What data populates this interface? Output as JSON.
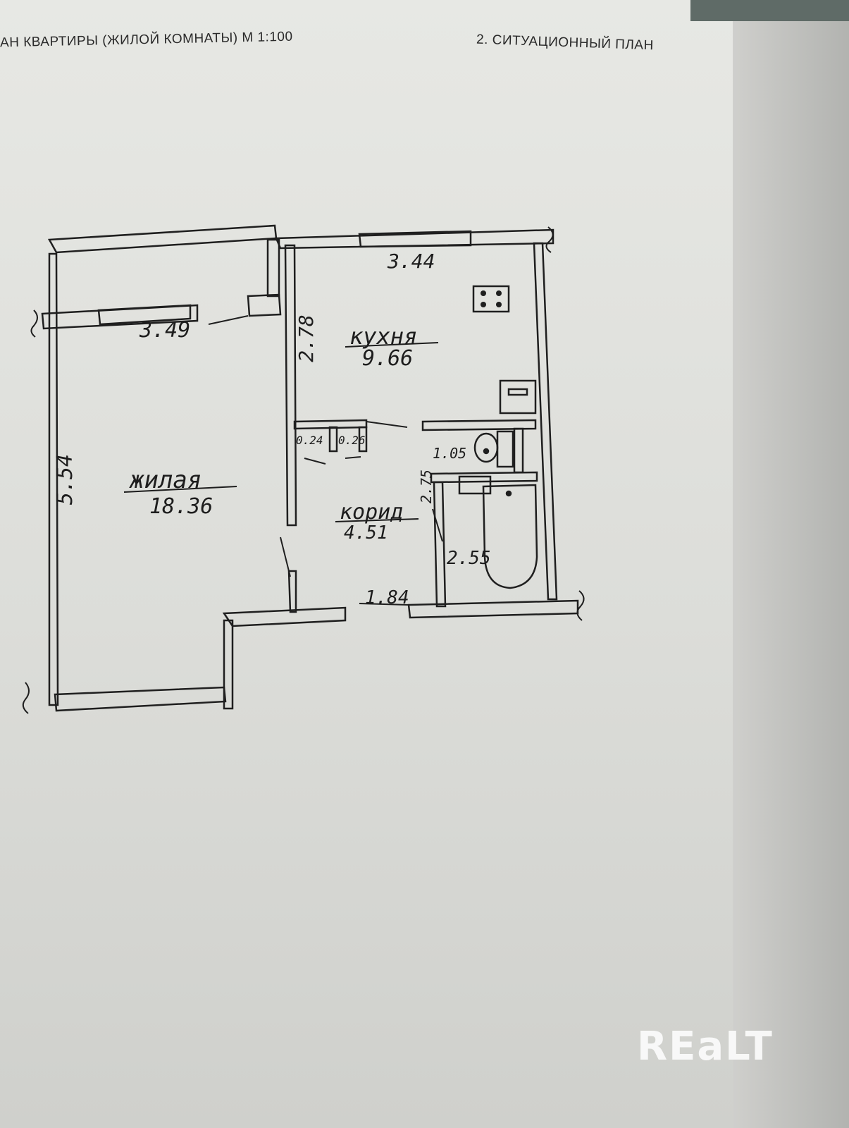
{
  "header": {
    "left_title": "АН КВАРТИРЫ (ЖИЛОЙ КОМНАТЫ) М 1:100",
    "right_title": "2. СИТУАЦИОННЫЙ ПЛАН"
  },
  "rooms": {
    "living": {
      "name": "жилая",
      "area": "18.36",
      "width": "3.49",
      "length": "5.54"
    },
    "kitchen": {
      "name": "кухня",
      "area": "9.66",
      "width": "3.44",
      "depth": "2.78"
    },
    "corridor": {
      "name": "корид",
      "area": "4.51",
      "width": "1.84",
      "length": "2.75"
    },
    "closet_1": {
      "area": "0.24"
    },
    "closet_2": {
      "area": "0.26"
    },
    "toilet": {
      "area": "1.05"
    },
    "bathroom": {
      "area": "2.55"
    }
  },
  "watermark": "REaLT"
}
